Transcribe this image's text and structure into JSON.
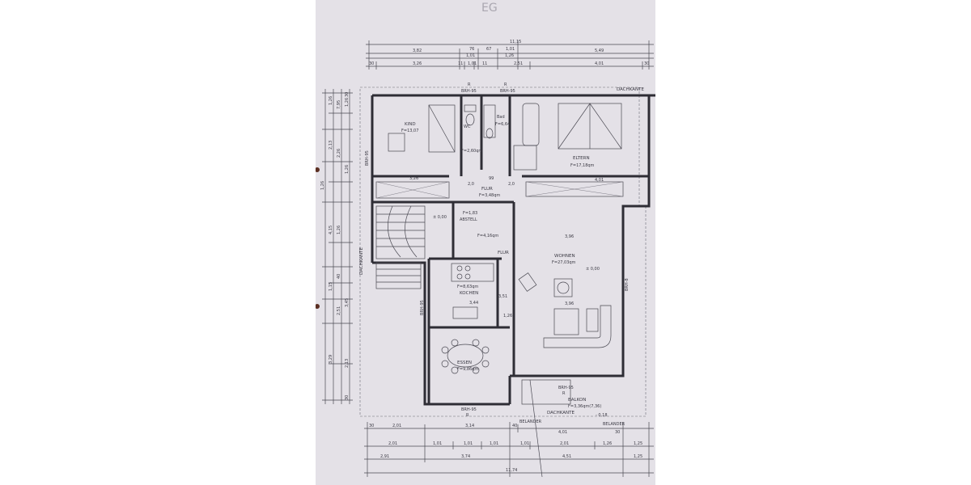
{
  "sheet": {
    "corner_mark": "EG",
    "colors": {
      "paper": "#e4e1e7",
      "ink": "#2e2d35"
    }
  },
  "dims": {
    "top": {
      "overall": "11,15",
      "row1": [
        "3,82",
        "76",
        "67",
        "1,01",
        "5,49"
      ],
      "row1b": [
        "1,01",
        "1,26"
      ],
      "row2": [
        "30",
        "3,26",
        "11",
        "1,01",
        "11",
        "2,51",
        "4,01",
        "30"
      ]
    },
    "left": [
      "1,26",
      "1,26",
      "2,13",
      "4,15",
      "1,15",
      "3,29",
      "7,95",
      "2,26",
      "1,26",
      "2,51",
      "1,26",
      "1,26",
      "3,45",
      "2,13",
      "30",
      "30",
      "40"
    ],
    "bottom": {
      "row1": [
        "30",
        "2,01",
        "3,14",
        "40",
        "4,01",
        "30"
      ],
      "row2": [
        "2,01",
        "1,01",
        "1,01",
        "1,01",
        "1,01",
        "2,01",
        "1,26",
        "1,25"
      ],
      "row3": [
        "2,91",
        "3,74",
        "4,51",
        "1,25"
      ],
      "overall": "11,74"
    }
  },
  "rooms": {
    "kind": {
      "name": "KIND",
      "area": "F=13,07"
    },
    "wc": {
      "name": "WC",
      "area": "F=2,60qm"
    },
    "bad": {
      "name": "Bad",
      "area": "F=6,64"
    },
    "eltern": {
      "name": "ELTERN",
      "area": "F=17,18qm"
    },
    "flur_top": {
      "name": "FLUR",
      "area": "F=3,48qm"
    },
    "abstell": {
      "name": "ABSTELL",
      "area": "F=1,83"
    },
    "flur_mid": {
      "name": "FLUR",
      "area": "F=4,16qm"
    },
    "wohnen": {
      "name": "WOHNEN",
      "area": "F=27,03qm"
    },
    "kochen": {
      "name": "KOCHEN",
      "area": "F=8,63qm"
    },
    "essen": {
      "name": "ESSEN",
      "area": "F=9,86qm"
    },
    "balkon": {
      "name": "BALKON",
      "area": "F=3,36qm(7,36)"
    }
  },
  "annotations": {
    "dachkante_top": "DACHKANTE",
    "dachkante_left": "DACHKANTE",
    "dachkante_bottom": "DACHKANTE",
    "gelaender": [
      "BELANDER",
      "BELANDER"
    ],
    "level_wohnen": "± 0,00",
    "level_balkon": "- 0,18",
    "level_stair": "± 0,00",
    "brh_top": [
      "R",
      "R",
      "BRH-95",
      "BRH-95"
    ],
    "brh_side": [
      "BRH-95",
      "BRH-8",
      "BRH-95"
    ],
    "brh_bottom": [
      "BRH-95",
      "R",
      "BRH-95",
      "R"
    ],
    "misc_widths": [
      "3,26",
      "99",
      "2,0",
      "2,0",
      "4,01",
      "3,96",
      "3,96",
      "3,44",
      "1,26",
      "3,51"
    ]
  }
}
